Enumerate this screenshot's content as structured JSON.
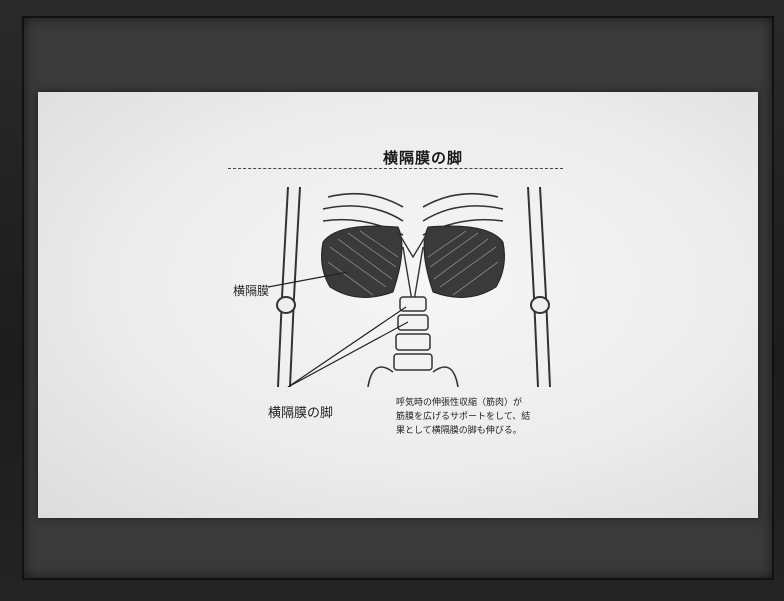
{
  "slide": {
    "title": "横隔膜の脚",
    "label_diaphragm": "横隔膜",
    "label_crus": "横隔膜の脚",
    "caption_lines": [
      "呼気時の伸張性収縮（筋肉）が",
      "筋膜を広げるサポートをして、結",
      "果として横隔膜の脚も伸びる。"
    ]
  },
  "colors": {
    "slide_bg": "#eeeeee",
    "ink": "#1a1a1a",
    "room": "#1f1f1f"
  }
}
